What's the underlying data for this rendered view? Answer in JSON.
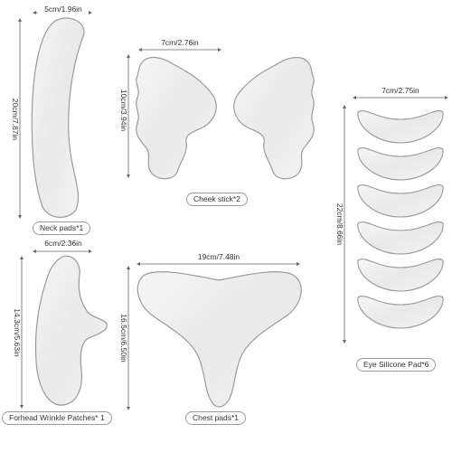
{
  "products": {
    "neck_pad": {
      "width_label": "5cm/1.96in",
      "height_label": "20cm/7.87in",
      "caption": "Neck pads*1"
    },
    "cheek_stick": {
      "width_label": "7cm/2.76in",
      "height_label": "10cm/3.94in",
      "caption": "Cheek stick*2"
    },
    "eye_pad": {
      "width_label": "7cm/2.75in",
      "height_label": "22cm/8.66in",
      "caption": "Eye Silicone Pad*6"
    },
    "forehead_patch": {
      "width_label": "6cm/2.36in",
      "height_label": "14.3cm/5.63in",
      "caption": "Forhead Wrinkle Patches* 1"
    },
    "chest_pad": {
      "width_label": "19cm/7.48in",
      "height_label": "16.5cm/6.50in",
      "caption": "Chest pads*1"
    }
  },
  "colors": {
    "background": "#ffffff",
    "pad_fill": "#eeeeee",
    "pad_outline": "#9a9a9a",
    "dimension_line": "#666666",
    "text": "#333333"
  }
}
